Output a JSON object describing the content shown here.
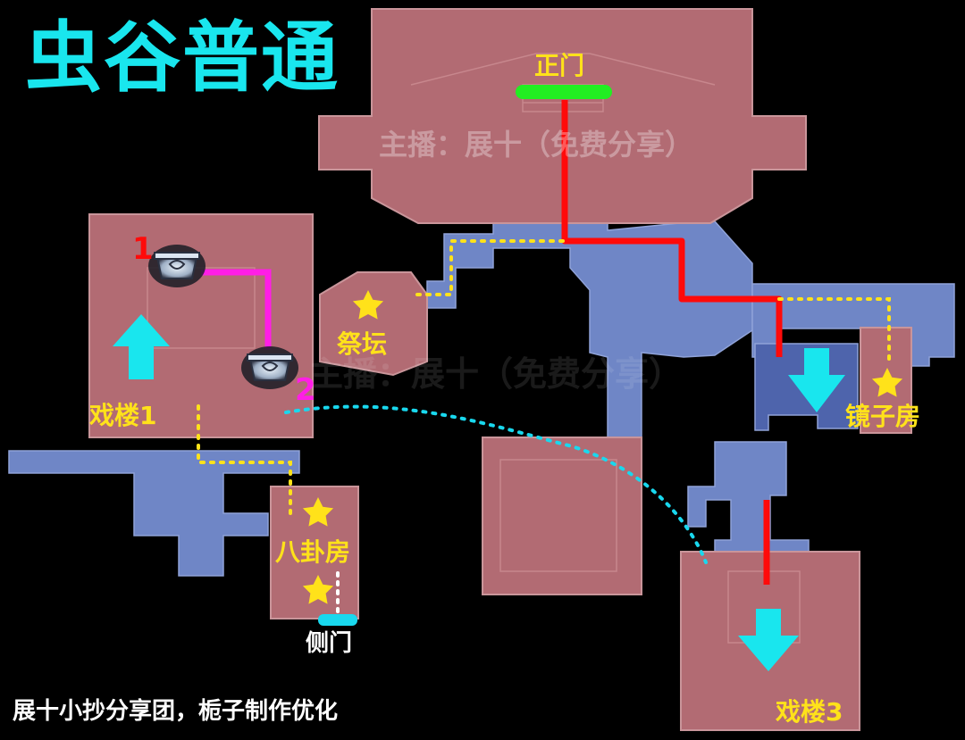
{
  "title": "虫谷普通",
  "watermark": "主播：展十（免费分享）",
  "watermark_faint": "主播：展十（免费分享）",
  "credit": "展十小抄分享团，栀子制作优化",
  "labels": {
    "main_gate": "正门",
    "altar": "祭坛",
    "stage1": "戏楼1",
    "stage3": "戏楼3",
    "mirror_room": "镜子房",
    "bagua_room": "八卦房",
    "side_gate": "侧门",
    "step1": "1",
    "step2": "2"
  },
  "icons": {
    "star": "star-icon",
    "arrow": "arrow-icon",
    "chest": "chest-icon"
  },
  "colors": {
    "title": "#19e6ee",
    "route_red": "#ff0a0a",
    "route_magenta": "#ff1ee6",
    "route_yellow_dotted": "#ffe21a",
    "route_cyan_dotted": "#19d8ee",
    "main_gate_bar": "#22ee22",
    "side_gate_bar": "#19d8ee",
    "arrow": "#19e6ee",
    "room_pink": "#b26b73",
    "corridor_blue": "#6f86c6"
  }
}
